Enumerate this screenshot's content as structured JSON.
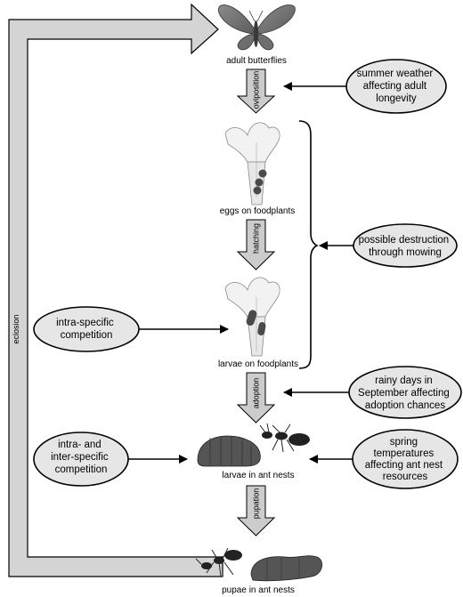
{
  "stages": {
    "adult_butterflies": "adult butterflies",
    "eggs_on_foodplants": "eggs on foodplants",
    "larvae_on_foodplants": "larvae on foodplants",
    "larvae_in_ant_nests": "larvae in ant nests",
    "pupae_in_ant_nests": "pupae in ant nests"
  },
  "transitions": {
    "oviposition": "oviposition",
    "hatching": "hatching",
    "adoption": "adoption",
    "pupation": "pupation",
    "eclosion": "eclosion"
  },
  "factors": {
    "summer_weather": [
      "summer weather",
      "affecting adult",
      "longevity"
    ],
    "mowing": [
      "possible destruction",
      "through mowing"
    ],
    "intra_competition": [
      "intra-specific",
      "competition"
    ],
    "rainy_days": [
      "rainy days in",
      "September affecting",
      "adoption chances"
    ],
    "intra_inter_competition": [
      "intra- and",
      "inter-specific",
      "competition"
    ],
    "spring_temperatures": [
      "spring",
      "temperatures",
      "affecting ant nest",
      "resources"
    ]
  },
  "colors": {
    "ellipse_fill": "#e6e6e6",
    "arrow_fill": "#cccccc",
    "eclosion_fill": "#d4d4d4",
    "outline": "#000000"
  }
}
